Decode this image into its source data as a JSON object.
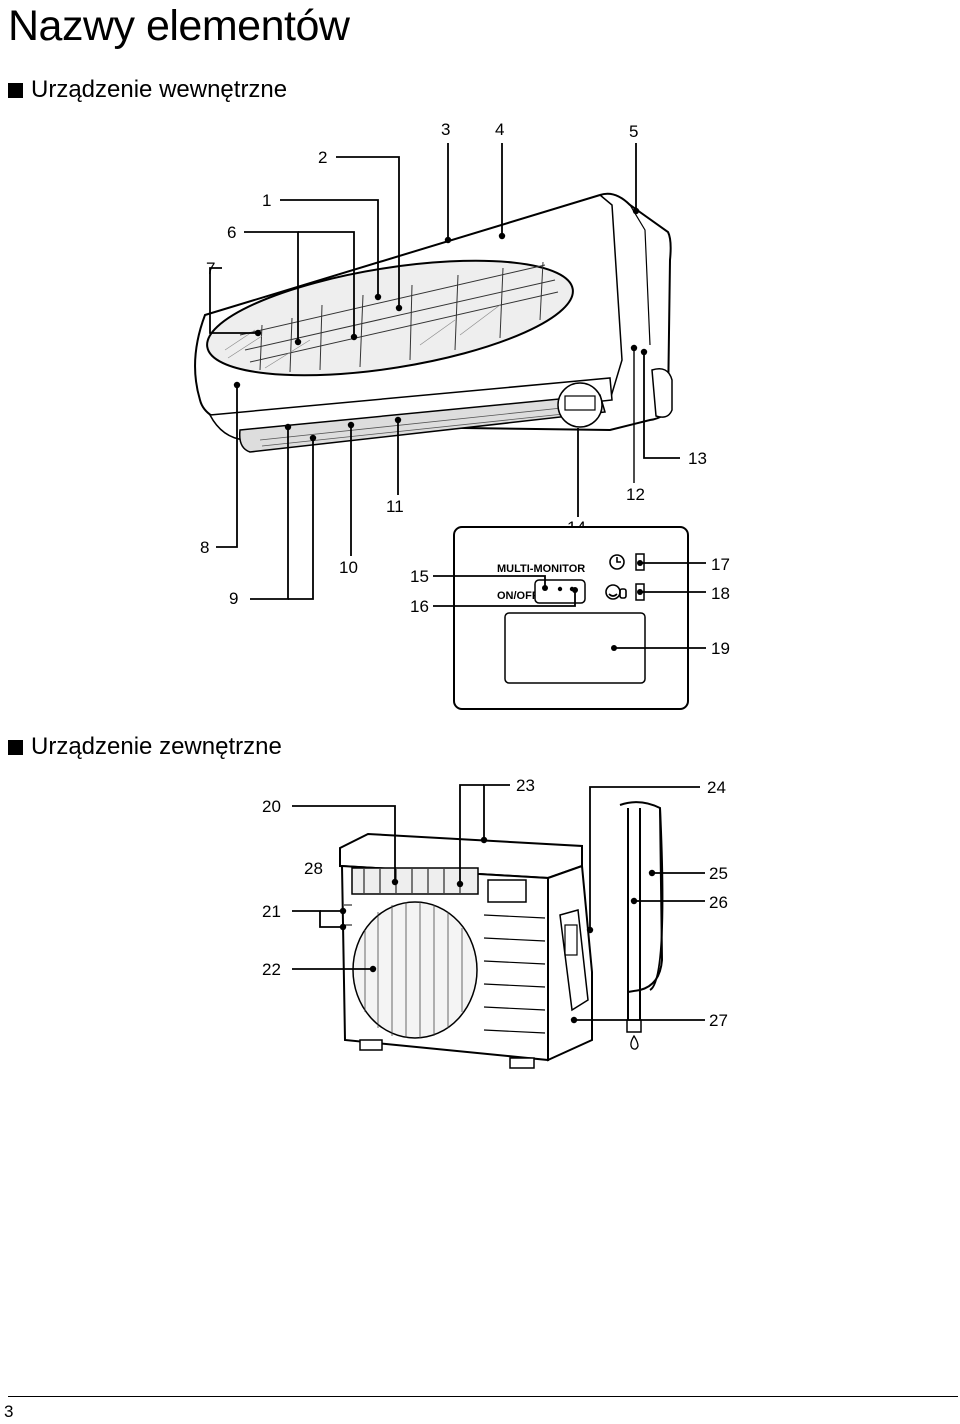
{
  "title": "Nazwy elementów",
  "sections": {
    "indoor": "Urządzenie wewnętrzne",
    "outdoor": "Urządzenie zewnętrzne"
  },
  "panel": {
    "multi_monitor": "MULTI-MONITOR",
    "on_off": "ON/OFF"
  },
  "labels": {
    "n1": "1",
    "n2": "2",
    "n3": "3",
    "n4": "4",
    "n5": "5",
    "n6": "6",
    "n7": "7",
    "n8": "8",
    "n9": "9",
    "n10": "10",
    "n11": "11",
    "n12": "12",
    "n13": "13",
    "n14": "14",
    "n15": "15",
    "n16": "16",
    "n17": "17",
    "n18": "18",
    "n19": "19",
    "n20": "20",
    "n21": "21",
    "n22": "22",
    "n23": "23",
    "n24": "24",
    "n25": "25",
    "n26": "26",
    "n27": "27",
    "n28": "28"
  },
  "page_number": "3"
}
